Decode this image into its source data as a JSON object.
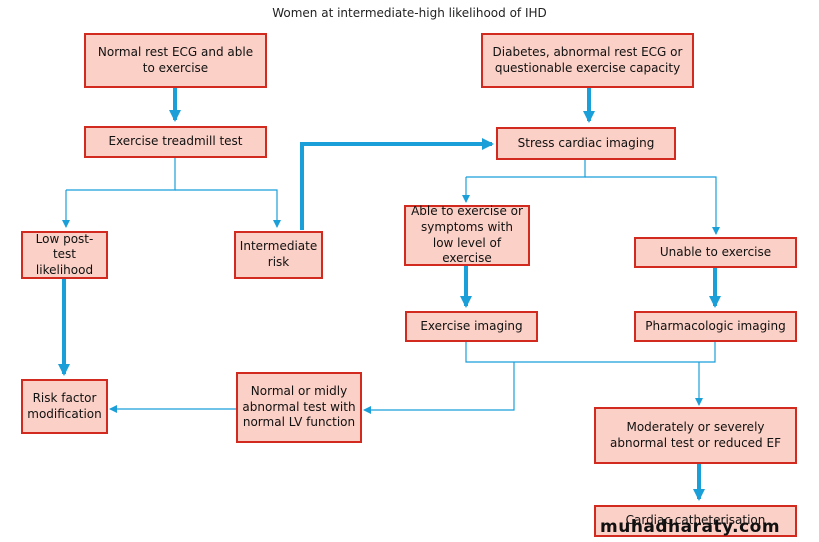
{
  "title": "Women at intermediate-high likelihood of IHD",
  "boxes": {
    "normal_rest_ecg": "Normal rest ECG and able to exercise",
    "diabetes": "Diabetes, abnormal rest ECG or questionable exercise capacity",
    "treadmill": "Exercise treadmill test",
    "stress_imaging": "Stress cardiac imaging",
    "low_post_test": "Low post-test likelihood",
    "intermediate_risk": "Intermediate risk",
    "able_to_exercise": "Able to exercise or symptoms with low level of exercise",
    "unable_to_exercise": "Unable to exercise",
    "exercise_imaging": "Exercise imaging",
    "pharmacologic_imaging": "Pharmacologic imaging",
    "risk_factor": "Risk factor modification",
    "normal_midly": "Normal or midly abnormal test with normal LV function",
    "moderately_severely": "Moderately or severely abnormal test or reduced EF",
    "catheterisation": "Cardiac catheterisation"
  },
  "watermark": "muhadharaty.com",
  "colors": {
    "box_fill": "#fbd0c6",
    "box_border": "#d22a1e",
    "connector": "#1a9fd9"
  }
}
